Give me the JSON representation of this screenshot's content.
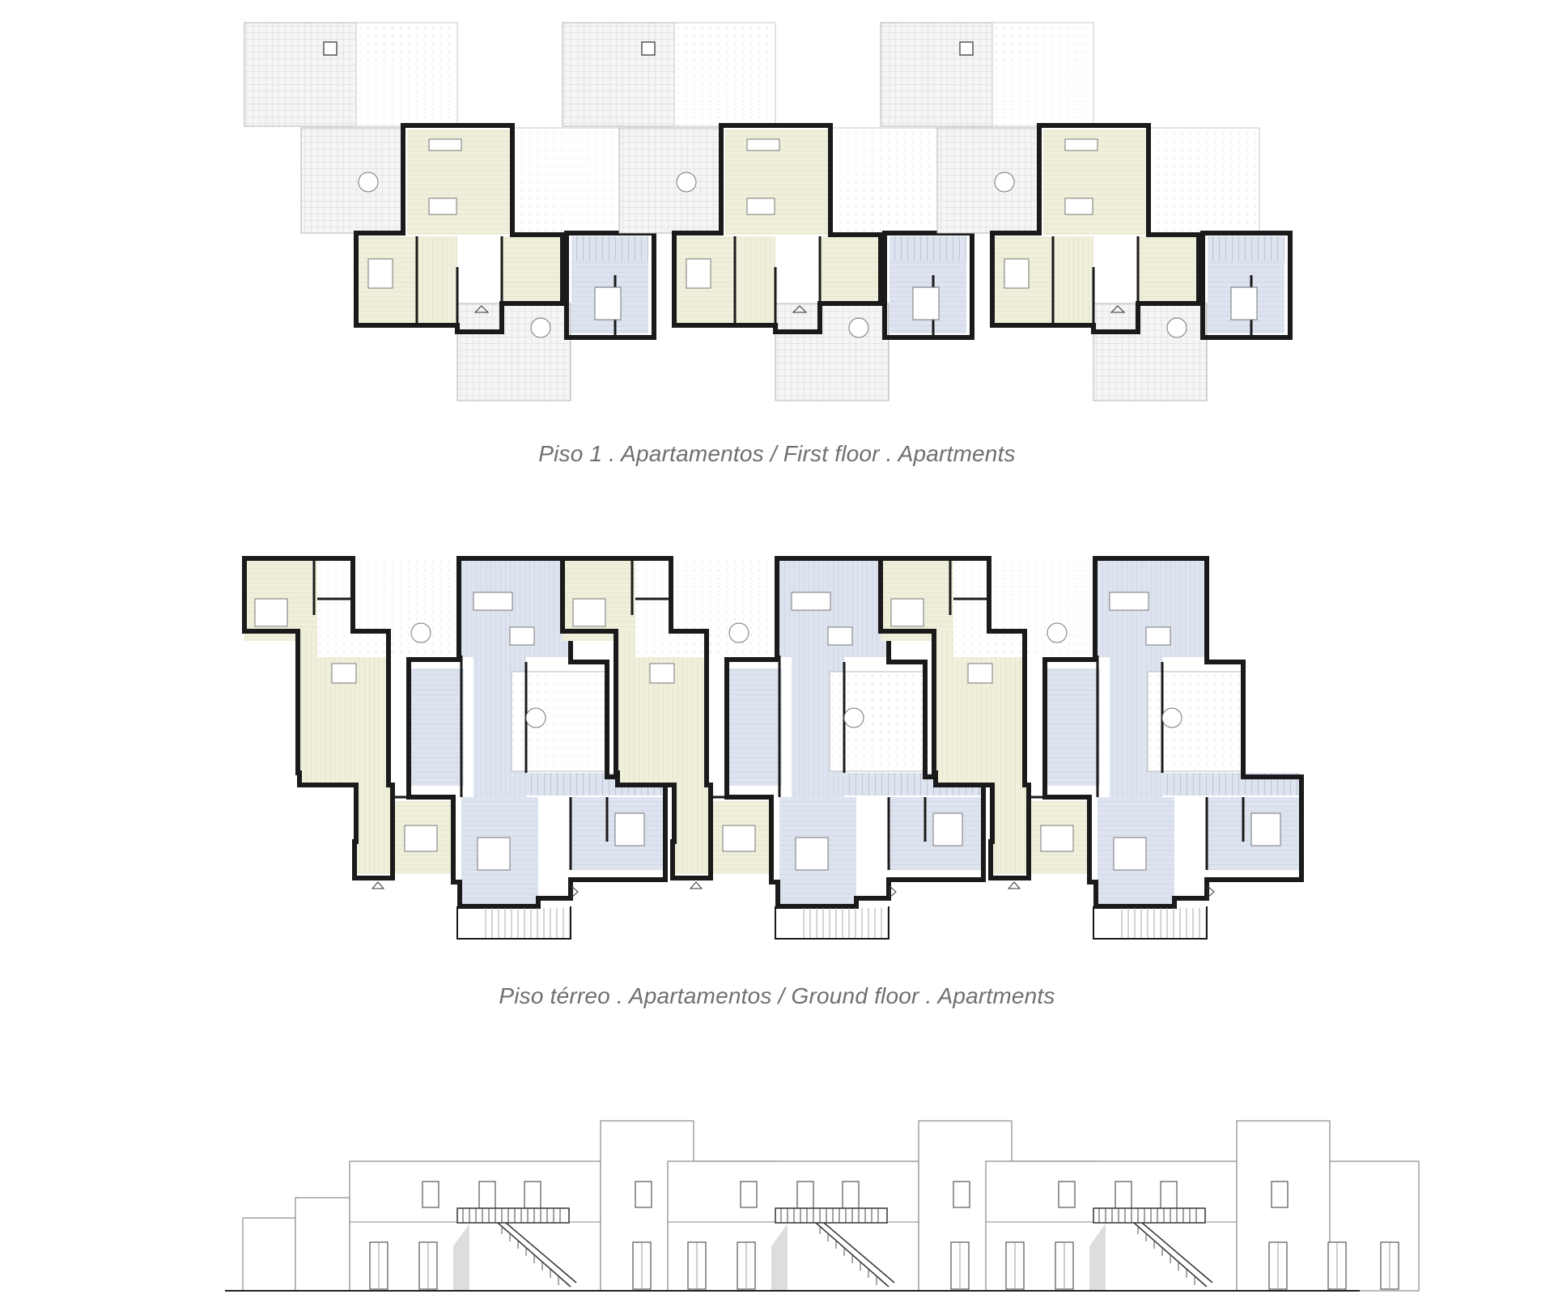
{
  "captions": {
    "first_floor": "Piso 1 . Apartamentos  / First floor . Apartments",
    "ground_floor": "Piso térreo . Apartamentos  / Ground floor . Apartments"
  },
  "colors": {
    "wall": "#1a1a1a",
    "beige_unit": "#efefdb",
    "blue_unit": "#dde3ef",
    "paving": "#f1f1f1",
    "line": "#9a9a9a",
    "caption": "#6f6f6f"
  },
  "plans": {
    "module_count": 3,
    "drawings": [
      "first-floor-plan",
      "ground-floor-plan",
      "elevation"
    ]
  }
}
